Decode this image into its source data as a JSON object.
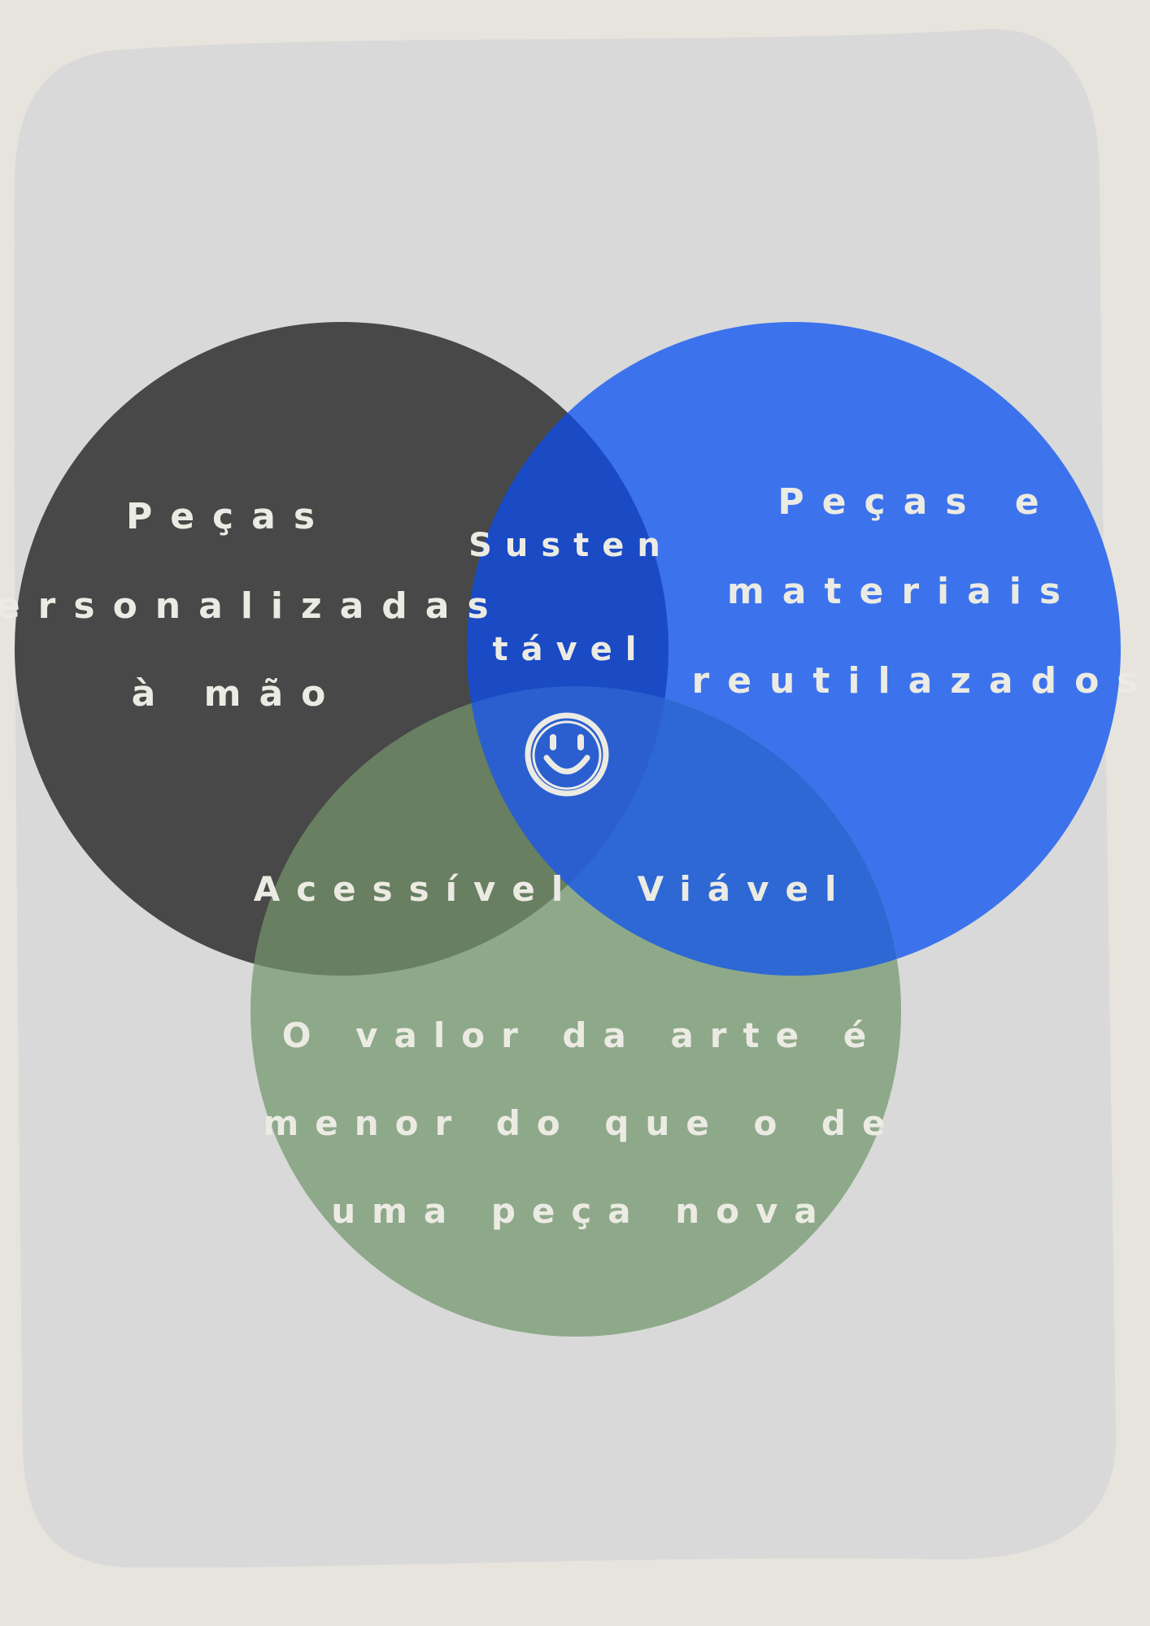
{
  "colors": {
    "page_background": "#e6e4dc",
    "panel": "#d9d9d9",
    "circle_handmade": "#474847",
    "circle_reused": "#3c73ec",
    "circle_value": "#8ea98a",
    "overlap_handmade_reused": "#1a4ac4",
    "overlap_handmade_value": "#687f61",
    "overlap_reused_value": "#2d68d4",
    "center_overlap": "#2b5fd0",
    "text": "#ecebe3"
  },
  "circles": {
    "handmade": {
      "lines": [
        "Peças",
        "personalizadas",
        "à mão"
      ]
    },
    "reused": {
      "lines": [
        "Peças e",
        "materiais",
        "reutilazados"
      ]
    },
    "value": {
      "lines": [
        "O valor da arte é",
        "menor do que o de",
        "uma peça nova"
      ]
    }
  },
  "overlaps": {
    "handmade_reused": {
      "lines": [
        "Susten",
        "tável"
      ]
    },
    "handmade_value": {
      "label": "Acessível"
    },
    "reused_value": {
      "label": "Viável"
    },
    "center": {
      "icon": "smiley-face-icon"
    }
  }
}
